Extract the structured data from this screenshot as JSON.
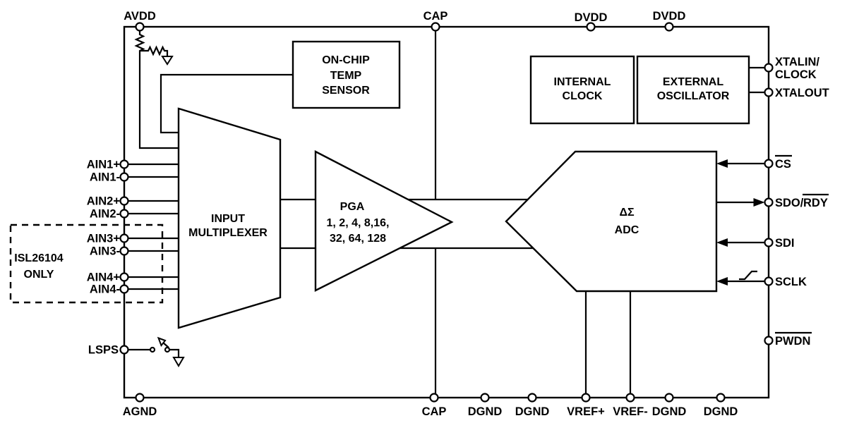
{
  "colors": {
    "line": "#000000",
    "background": "#ffffff",
    "text": "#000000"
  },
  "note_box": {
    "line1": "ISL26104",
    "line2": "ONLY"
  },
  "blocks": {
    "temp_sensor": {
      "line1": "ON-CHIP",
      "line2": "TEMP",
      "line3": "SENSOR"
    },
    "internal_clock": {
      "line1": "INTERNAL",
      "line2": "CLOCK"
    },
    "external_oscillator": {
      "line1": "EXTERNAL",
      "line2": "OSCILLATOR"
    },
    "input_multiplexer": {
      "line1": "INPUT",
      "line2": "MULTIPLEXER"
    },
    "pga": {
      "line1": "PGA",
      "line2": "1, 2, 4, 8,16,",
      "line3": "32, 64, 128"
    },
    "adc": {
      "line1": "ΔΣ",
      "line2": "ADC"
    }
  },
  "pins": {
    "top": [
      {
        "label": "AVDD"
      },
      {
        "label": "CAP"
      },
      {
        "label": "DVDD"
      },
      {
        "label": "DVDD"
      }
    ],
    "left": [
      {
        "label": "AIN1+"
      },
      {
        "label": "AIN1-"
      },
      {
        "label": "AIN2+"
      },
      {
        "label": "AIN2-"
      },
      {
        "label": "AIN3+"
      },
      {
        "label": "AIN3-"
      },
      {
        "label": "AIN4+"
      },
      {
        "label": "AIN4-"
      },
      {
        "label": "LSPS"
      }
    ],
    "right": [
      {
        "label": "XTALIN/"
      },
      {
        "label": "CLOCK"
      },
      {
        "label": "XTALOUT"
      },
      {
        "label": "CS",
        "overline": true
      },
      {
        "label": "SDO/"
      },
      {
        "label": "RDY",
        "overline": true
      },
      {
        "label": "SDI"
      },
      {
        "label": "SCLK"
      },
      {
        "label": "PWDN",
        "overline": true
      }
    ],
    "bottom": [
      {
        "label": "AGND"
      },
      {
        "label": "CAP"
      },
      {
        "label": "DGND"
      },
      {
        "label": "DGND"
      },
      {
        "label": "VREF+"
      },
      {
        "label": "VREF-"
      },
      {
        "label": "DGND"
      },
      {
        "label": "DGND"
      }
    ]
  }
}
